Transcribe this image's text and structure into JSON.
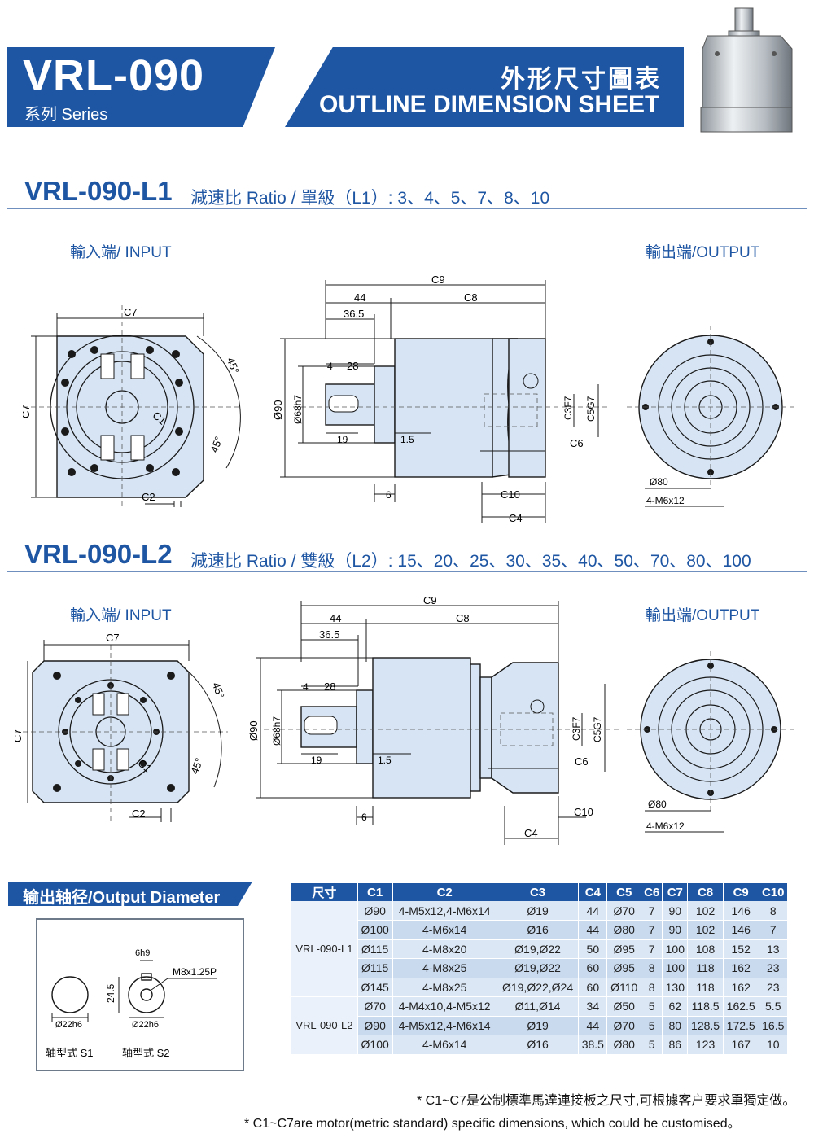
{
  "header": {
    "model": "VRL-090",
    "series": "系列 Series",
    "title_cn": "外形尺寸圖表",
    "title_en": "OUTLINE DIMENSION SHEET"
  },
  "section_l1": {
    "title": "VRL-090-L1",
    "ratio": "減速比 Ratio / 單級（L1）: 3、4、5、7、8、10",
    "input_caption": "輸入端/ INPUT",
    "output_caption": "輸出端/OUTPUT"
  },
  "section_l2": {
    "title": "VRL-090-L2",
    "ratio": "減速比 Ratio / 雙級（L2）: 15、20、25、30、35、40、50、70、80、100",
    "input_caption": "輸入端/ INPUT",
    "output_caption": "輸出端/OUTPUT"
  },
  "drawing_labels": {
    "c1": "C1",
    "c2": "C2",
    "c3": "C3F7",
    "c4": "C4",
    "c5": "C5G7",
    "c6": "C6",
    "c7": "C7",
    "c8": "C8",
    "c9": "C9",
    "c10": "C10",
    "deg45": "45°",
    "d44": "44",
    "d36_5": "36.5",
    "d4": "4",
    "d28": "28",
    "d19": "19",
    "d1_5": "1.5",
    "d6": "6",
    "phi90": "Ø90",
    "phi68": "Ø68h7",
    "phi80": "Ø80",
    "bolt": "4-M6x12"
  },
  "output_diameter": {
    "title": "输出轴径/Output Diameter",
    "s1_dia": "Ø22h6",
    "s2_dia": "Ø22h6",
    "key": "6h9",
    "height": "24.5",
    "thread": "M8x1.25P",
    "s1_label": "轴型式 S1",
    "s2_label": "轴型式 S2"
  },
  "table": {
    "headers": [
      "尺寸",
      "C1",
      "C2",
      "C3",
      "C4",
      "C5",
      "C6",
      "C7",
      "C8",
      "C9",
      "C10"
    ],
    "groups": [
      {
        "model": "VRL-090-L1",
        "rows": [
          [
            "Ø90",
            "4-M5x12,4-M6x14",
            "Ø19",
            "44",
            "Ø70",
            "7",
            "90",
            "102",
            "146",
            "8"
          ],
          [
            "Ø100",
            "4-M6x14",
            "Ø16",
            "44",
            "Ø80",
            "7",
            "90",
            "102",
            "146",
            "7"
          ],
          [
            "Ø115",
            "4-M8x20",
            "Ø19,Ø22",
            "50",
            "Ø95",
            "7",
            "100",
            "108",
            "152",
            "13"
          ],
          [
            "Ø115",
            "4-M8x25",
            "Ø19,Ø22",
            "60",
            "Ø95",
            "8",
            "100",
            "118",
            "162",
            "23"
          ],
          [
            "Ø145",
            "4-M8x25",
            "Ø19,Ø22,Ø24",
            "60",
            "Ø110",
            "8",
            "130",
            "118",
            "162",
            "23"
          ]
        ]
      },
      {
        "model": "VRL-090-L2",
        "rows": [
          [
            "Ø70",
            "4-M4x10,4-M5x12",
            "Ø11,Ø14",
            "34",
            "Ø50",
            "5",
            "62",
            "118.5",
            "162.5",
            "5.5"
          ],
          [
            "Ø90",
            "4-M5x12,4-M6x14",
            "Ø19",
            "44",
            "Ø70",
            "5",
            "80",
            "128.5",
            "172.5",
            "16.5"
          ],
          [
            "Ø100",
            "4-M6x14",
            "Ø16",
            "38.5",
            "Ø80",
            "5",
            "86",
            "123",
            "167",
            "10"
          ]
        ]
      }
    ]
  },
  "notes": {
    "cn": "* C1~C7是公制標準馬達連接板之尺寸,可根據客户要求單獨定做。",
    "en": "* C1~C7are motor(metric standard) specific dimensions, which could be customised。"
  },
  "colors": {
    "brand_blue": "#1f56a3",
    "part_fill": "#d6e4f4",
    "line": "#1a1a1a"
  }
}
